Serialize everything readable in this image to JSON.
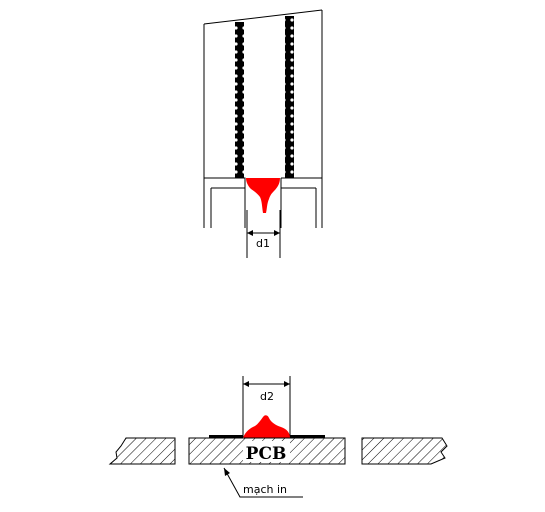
{
  "labels": {
    "d1": "d1",
    "d2": "d2",
    "pcb": "PCB",
    "callout": "mạch in"
  },
  "colors": {
    "solder": "#ff0000",
    "line": "#000000",
    "background": "#ffffff"
  }
}
